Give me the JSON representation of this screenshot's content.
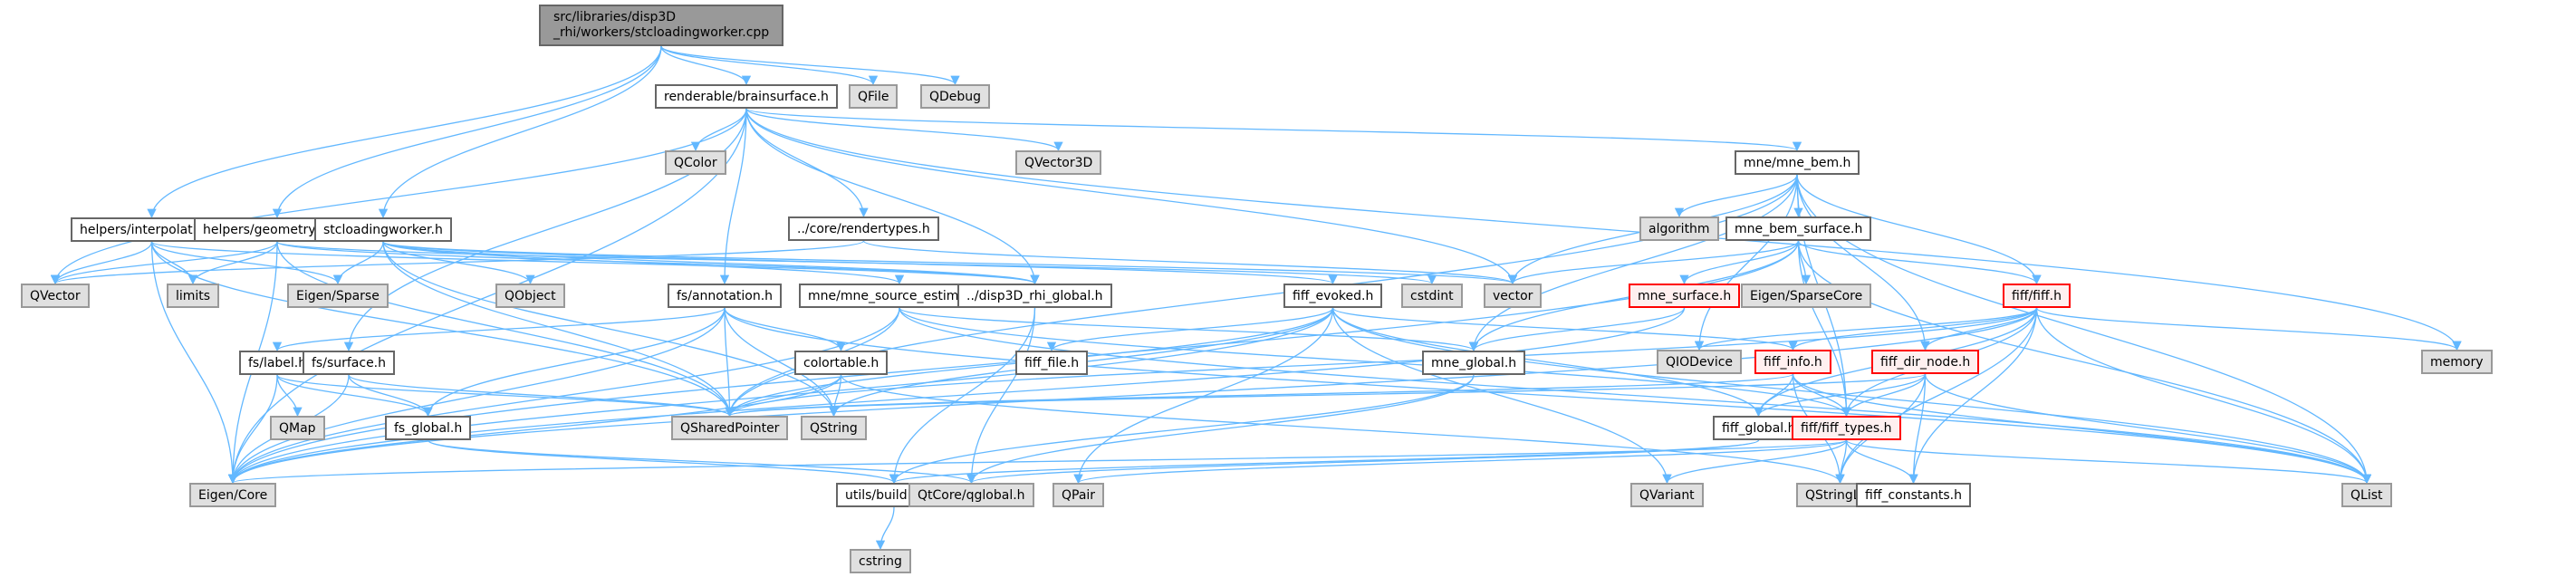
{
  "title": "Include dependency graph for stcloadingworker.cpp",
  "colors": {
    "edge": "#63b8ff",
    "root_fill": "#999999",
    "system_fill": "#e0e0e0",
    "incomplete_border": "#ff0000"
  },
  "nodes": {
    "root": {
      "line1": "src/libraries/disp3D",
      "line2": "_rhi/workers/stcloadingworker.cpp"
    },
    "brainsurface": "renderable/brainsurface.h",
    "qfile": "QFile",
    "qdebug": "QDebug",
    "qcolor": "QColor",
    "qvector3d": "QVector3D",
    "mne_bem": "mne/mne_bem.h",
    "interpolation": "helpers/interpolation.h",
    "geometryinfo": "helpers/geometryinfo.h",
    "stcloadingworker_h": "stcloadingworker.h",
    "rendertypes": "../core/rendertypes.h",
    "algorithm": "algorithm",
    "mne_bem_surface": "mne_bem_surface.h",
    "qvector": "QVector",
    "limits": "limits",
    "eigen_sparse": "Eigen/Sparse",
    "qobject": "QObject",
    "annotation": "fs/annotation.h",
    "mne_source_estimate": "mne/mne_source_estimate.h",
    "disp3d_rhi_global": "../disp3D_rhi_global.h",
    "fiff_evoked": "fiff_evoked.h",
    "cstdint": "cstdint",
    "vector": "vector",
    "mne_surface": "mne_surface.h",
    "eigen_sparsecore": "Eigen/SparseCore",
    "fiff_fiff": "fiff/fiff.h",
    "label": "fs/label.h",
    "surface": "fs/surface.h",
    "colortable": "colortable.h",
    "fiff_file": "fiff_file.h",
    "mne_global": "mne_global.h",
    "qiodevice": "QIODevice",
    "fiff_info": "fiff_info.h",
    "fiff_dir_node": "fiff_dir_node.h",
    "memory": "memory",
    "qmap": "QMap",
    "fs_global": "fs_global.h",
    "qsharedpointer": "QSharedPointer",
    "qstring": "QString",
    "fiff_global": "fiff_global.h",
    "fiff_types": "fiff/fiff_types.h",
    "eigen_core": "Eigen/Core",
    "buildinfo": "utils/buildinfo.h",
    "qglobal": "QtCore/qglobal.h",
    "qpair": "QPair",
    "qvariant": "QVariant",
    "qstringlist": "QStringList",
    "fiff_constants": "fiff_constants.h",
    "qlist": "QList",
    "cstring": "cstring"
  },
  "edges": [
    [
      "root",
      "brainsurface"
    ],
    [
      "root",
      "qfile"
    ],
    [
      "root",
      "qdebug"
    ],
    [
      "root",
      "interpolation"
    ],
    [
      "root",
      "geometryinfo"
    ],
    [
      "root",
      "stcloadingworker_h"
    ],
    [
      "brainsurface",
      "qcolor"
    ],
    [
      "brainsurface",
      "qvector3d"
    ],
    [
      "brainsurface",
      "mne_bem"
    ],
    [
      "brainsurface",
      "rendertypes"
    ],
    [
      "brainsurface",
      "annotation"
    ],
    [
      "brainsurface",
      "disp3d_rhi_global"
    ],
    [
      "brainsurface",
      "qvector"
    ],
    [
      "brainsurface",
      "eigen_core"
    ],
    [
      "brainsurface",
      "vector"
    ],
    [
      "brainsurface",
      "memory"
    ],
    [
      "brainsurface",
      "surface"
    ],
    [
      "mne_bem",
      "algorithm"
    ],
    [
      "mne_bem",
      "mne_bem_surface"
    ],
    [
      "mne_bem",
      "vector"
    ],
    [
      "mne_bem",
      "fiff_fiff"
    ],
    [
      "mne_bem",
      "fiff_dir_node"
    ],
    [
      "mne_bem",
      "mne_global"
    ],
    [
      "mne_bem",
      "qlist"
    ],
    [
      "mne_bem",
      "qsharedpointer"
    ],
    [
      "mne_bem",
      "qiodevice"
    ],
    [
      "mne_bem",
      "fiff_types"
    ],
    [
      "interpolation",
      "qvector"
    ],
    [
      "interpolation",
      "limits"
    ],
    [
      "interpolation",
      "eigen_sparse"
    ],
    [
      "interpolation",
      "eigen_core"
    ],
    [
      "interpolation",
      "disp3d_rhi_global"
    ],
    [
      "interpolation",
      "qsharedpointer"
    ],
    [
      "geometryinfo",
      "qvector"
    ],
    [
      "geometryinfo",
      "limits"
    ],
    [
      "geometryinfo",
      "eigen_core"
    ],
    [
      "geometryinfo",
      "disp3d_rhi_global"
    ],
    [
      "geometryinfo",
      "qsharedpointer"
    ],
    [
      "geometryinfo",
      "cstdint"
    ],
    [
      "stcloadingworker_h",
      "qobject"
    ],
    [
      "stcloadingworker_h",
      "eigen_sparse"
    ],
    [
      "stcloadingworker_h",
      "mne_source_estimate"
    ],
    [
      "stcloadingworker_h",
      "disp3d_rhi_global"
    ],
    [
      "stcloadingworker_h",
      "fiff_evoked"
    ],
    [
      "stcloadingworker_h",
      "qstring"
    ],
    [
      "stcloadingworker_h",
      "qsharedpointer"
    ],
    [
      "stcloadingworker_h",
      "vector"
    ],
    [
      "rendertypes",
      "vector"
    ],
    [
      "rendertypes",
      "qvector"
    ],
    [
      "mne_bem_surface",
      "vector"
    ],
    [
      "mne_bem_surface",
      "mne_surface"
    ],
    [
      "mne_bem_surface",
      "eigen_sparsecore"
    ],
    [
      "mne_bem_surface",
      "fiff_fiff"
    ],
    [
      "mne_bem_surface",
      "mne_global"
    ],
    [
      "mne_bem_surface",
      "eigen_core"
    ],
    [
      "mne_bem_surface",
      "qlist"
    ],
    [
      "mne_bem_surface",
      "fiff_types"
    ],
    [
      "annotation",
      "colortable"
    ],
    [
      "annotation",
      "fs_global"
    ],
    [
      "annotation",
      "qsharedpointer"
    ],
    [
      "annotation",
      "qstring"
    ],
    [
      "annotation",
      "eigen_core"
    ],
    [
      "annotation",
      "label"
    ],
    [
      "annotation",
      "qlist"
    ],
    [
      "mne_source_estimate",
      "qsharedpointer"
    ],
    [
      "mne_source_estimate",
      "eigen_core"
    ],
    [
      "mne_source_estimate",
      "mne_global"
    ],
    [
      "mne_source_estimate",
      "qlist"
    ],
    [
      "mne_source_estimate",
      "fiff_types"
    ],
    [
      "disp3d_rhi_global",
      "buildinfo"
    ],
    [
      "disp3d_rhi_global",
      "qglobal"
    ],
    [
      "fiff_evoked",
      "fiff_file"
    ],
    [
      "fiff_evoked",
      "fiff_info"
    ],
    [
      "fiff_evoked",
      "qsharedpointer"
    ],
    [
      "fiff_evoked",
      "qstring"
    ],
    [
      "fiff_evoked",
      "qpair"
    ],
    [
      "fiff_evoked",
      "qvariant"
    ],
    [
      "fiff_evoked",
      "eigen_core"
    ],
    [
      "fiff_evoked",
      "fiff_global"
    ],
    [
      "fiff_evoked",
      "qlist"
    ],
    [
      "mne_surface",
      "mne_global"
    ],
    [
      "mne_surface",
      "eigen_core"
    ],
    [
      "fiff_fiff",
      "fiff_info"
    ],
    [
      "fiff_fiff",
      "fiff_dir_node"
    ],
    [
      "fiff_fiff",
      "fiff_global"
    ],
    [
      "fiff_fiff",
      "fiff_types"
    ],
    [
      "fiff_fiff",
      "qiodevice"
    ],
    [
      "fiff_fiff",
      "qlist"
    ],
    [
      "fiff_fiff",
      "qstringlist"
    ],
    [
      "fiff_fiff",
      "fiff_constants"
    ],
    [
      "fiff_fiff",
      "qsharedpointer"
    ],
    [
      "fiff_fiff",
      "memory"
    ],
    [
      "fiff_fiff",
      "eigen_core"
    ],
    [
      "label",
      "qmap"
    ],
    [
      "label",
      "fs_global"
    ],
    [
      "label",
      "qsharedpointer"
    ],
    [
      "label",
      "eigen_core"
    ],
    [
      "surface",
      "fs_global"
    ],
    [
      "surface",
      "qsharedpointer"
    ],
    [
      "surface",
      "eigen_core"
    ],
    [
      "colortable",
      "qsharedpointer"
    ],
    [
      "colortable",
      "qstring"
    ],
    [
      "colortable",
      "eigen_core"
    ],
    [
      "colortable",
      "qstringlist"
    ],
    [
      "mne_global",
      "buildinfo"
    ],
    [
      "mne_global",
      "qglobal"
    ],
    [
      "fiff_info",
      "fiff_global"
    ],
    [
      "fiff_info",
      "fiff_types"
    ],
    [
      "fiff_info",
      "qstringlist"
    ],
    [
      "fiff_info",
      "qlist"
    ],
    [
      "fiff_info",
      "qsharedpointer"
    ],
    [
      "fiff_dir_node",
      "fiff_global"
    ],
    [
      "fiff_dir_node",
      "fiff_types"
    ],
    [
      "fiff_dir_node",
      "qstringlist"
    ],
    [
      "fiff_dir_node",
      "fiff_constants"
    ],
    [
      "fiff_dir_node",
      "qlist"
    ],
    [
      "fiff_dir_node",
      "qsharedpointer"
    ],
    [
      "fs_global",
      "buildinfo"
    ],
    [
      "fs_global",
      "qglobal"
    ],
    [
      "fiff_global",
      "buildinfo"
    ],
    [
      "fiff_global",
      "qglobal"
    ],
    [
      "fiff_types",
      "eigen_core"
    ],
    [
      "fiff_types",
      "qvariant"
    ],
    [
      "fiff_types",
      "qpair"
    ],
    [
      "fiff_types",
      "qstringlist"
    ],
    [
      "fiff_types",
      "fiff_constants"
    ],
    [
      "fiff_types",
      "qlist"
    ],
    [
      "buildinfo",
      "cstring"
    ]
  ]
}
